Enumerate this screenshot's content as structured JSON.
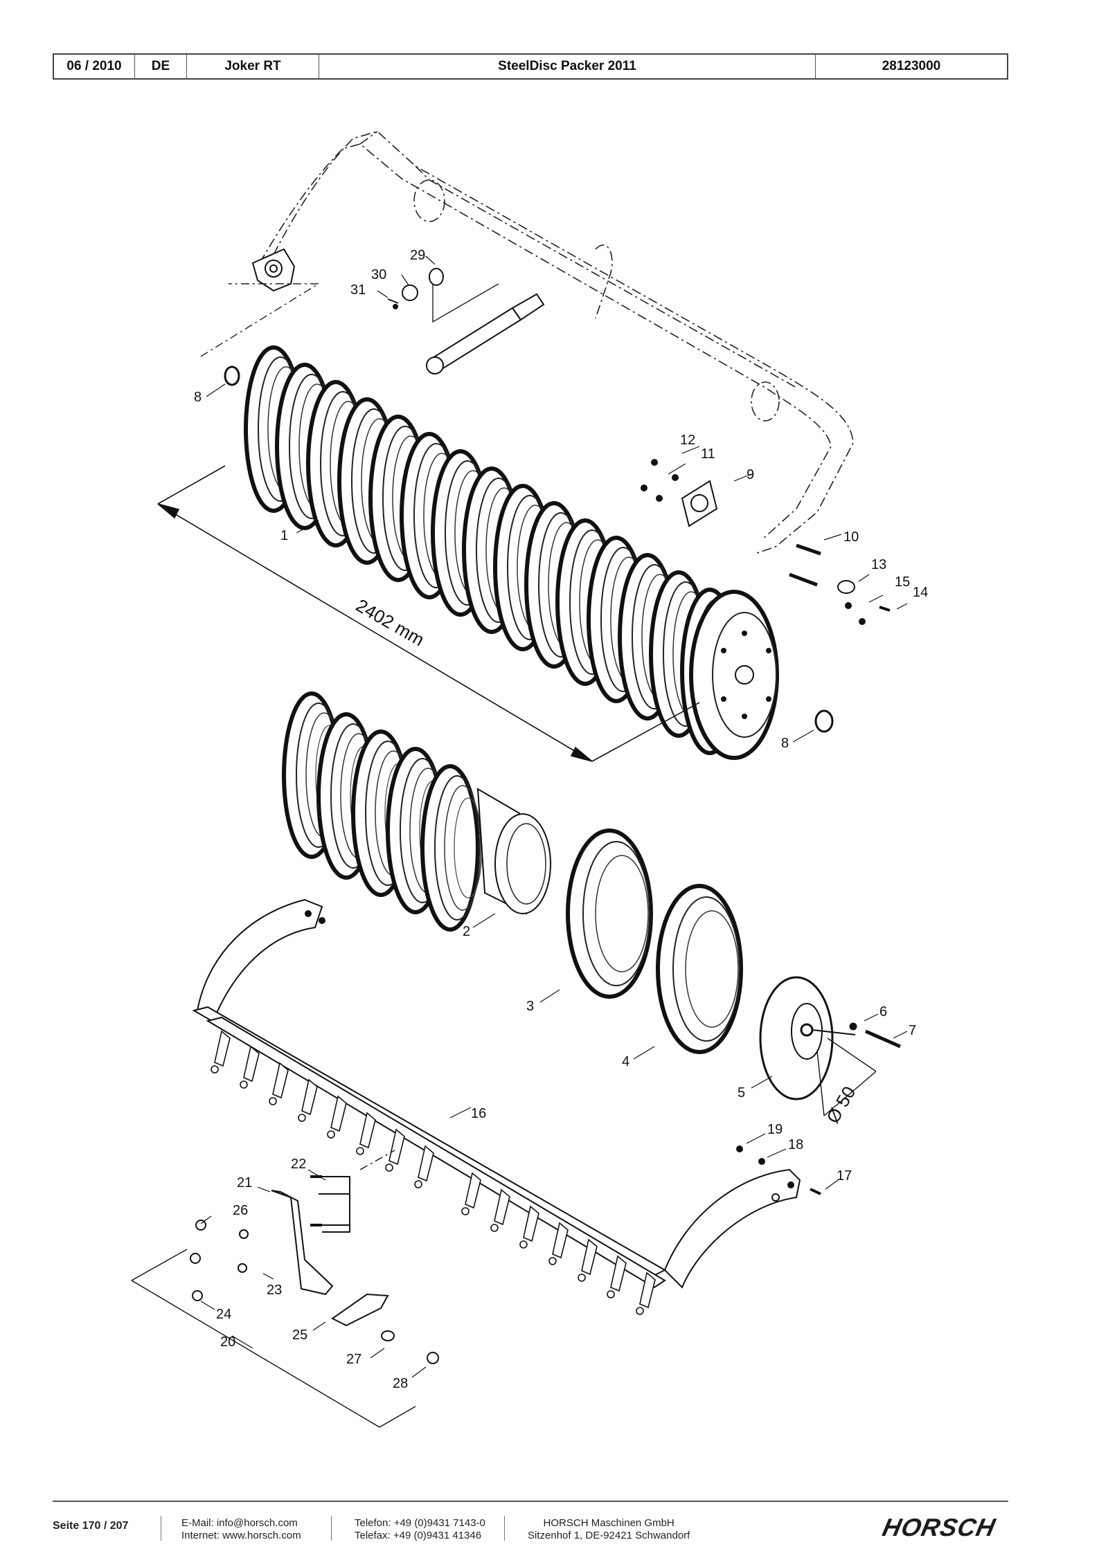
{
  "header": {
    "date": "06 / 2010",
    "language": "DE",
    "model": "Joker RT",
    "title": "SteelDisc Packer 2011",
    "part_number": "28123000"
  },
  "drawing": {
    "dimension_length": "2402 mm",
    "dimension_diameter": "Ø 50",
    "callouts": [
      "1",
      "2",
      "3",
      "4",
      "5",
      "6",
      "7",
      "8",
      "8",
      "9",
      "10",
      "11",
      "12",
      "13",
      "14",
      "15",
      "16",
      "17",
      "18",
      "19",
      "20",
      "21",
      "22",
      "23",
      "24",
      "25",
      "26",
      "27",
      "28",
      "29",
      "30",
      "31"
    ]
  },
  "footer": {
    "page": "Seite 170 / 207",
    "email": "E-Mail: info@horsch.com",
    "internet": "Internet: www.horsch.com",
    "phone": "Telefon: +49 (0)9431 7143-0",
    "fax": "Telefax: +49 (0)9431 41346",
    "company": "HORSCH Maschinen GmbH",
    "address": "Sitzenhof 1, DE-92421 Schwandorf",
    "logo": "HORSCH"
  }
}
